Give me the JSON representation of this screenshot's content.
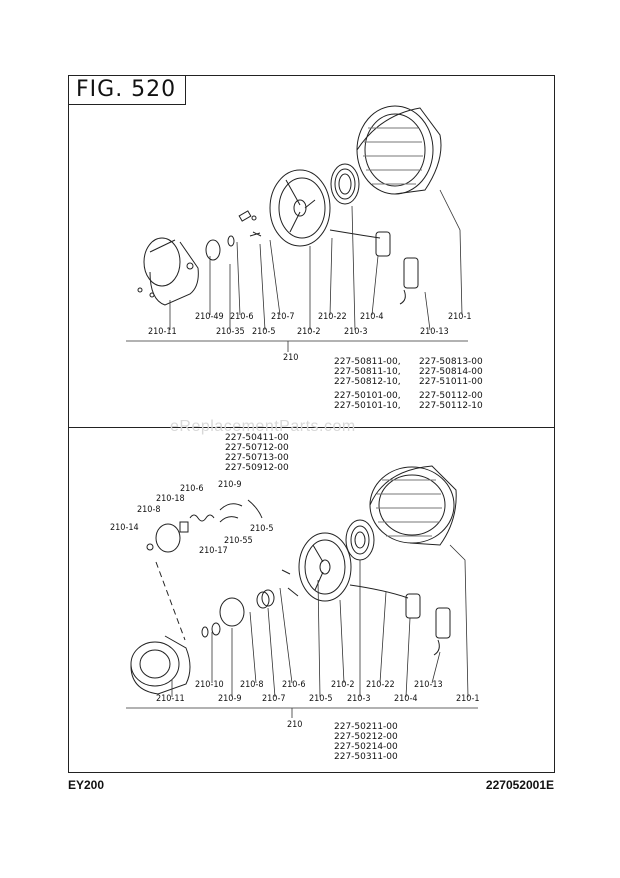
{
  "figure": "FIG. 520",
  "watermark": "eReplacementParts.com",
  "footer": {
    "model": "EY200",
    "doc_number": "227052001E"
  },
  "top": {
    "upper_labels": [
      "210-49",
      "210-6",
      "210-7",
      "210-22",
      "210-4",
      "210-1"
    ],
    "lower_labels": [
      "210-11",
      "210-35",
      "210-5",
      "210-2",
      "210-3",
      "210-13"
    ],
    "assembly": "210",
    "codes_left": [
      "227-50811-00,",
      "227-50811-10,",
      "227-50812-10,",
      "227-50101-00,",
      "227-50101-10,"
    ],
    "codes_right": [
      "227-50813-00",
      "227-50814-00",
      "227-51011-00",
      "227-50112-00",
      "227-50112-10"
    ]
  },
  "bottom": {
    "codes_top": [
      "227-50411-00",
      "227-50712-00",
      "227-50713-00",
      "227-50912-00"
    ],
    "callouts": [
      "210-6",
      "210-9",
      "210-18",
      "210-8",
      "210-14",
      "210-5",
      "210-55",
      "210-17"
    ],
    "upper_labels": [
      "210-10",
      "210-8",
      "210-6",
      "210-2",
      "210-22",
      "210-13"
    ],
    "lower_labels": [
      "210-11",
      "210-9",
      "210-7",
      "210-5",
      "210-3",
      "210-4",
      "210-1"
    ],
    "assembly": "210",
    "codes_bottom": [
      "227-50211-00",
      "227-50212-00",
      "227-50214-00",
      "227-50311-00"
    ]
  }
}
